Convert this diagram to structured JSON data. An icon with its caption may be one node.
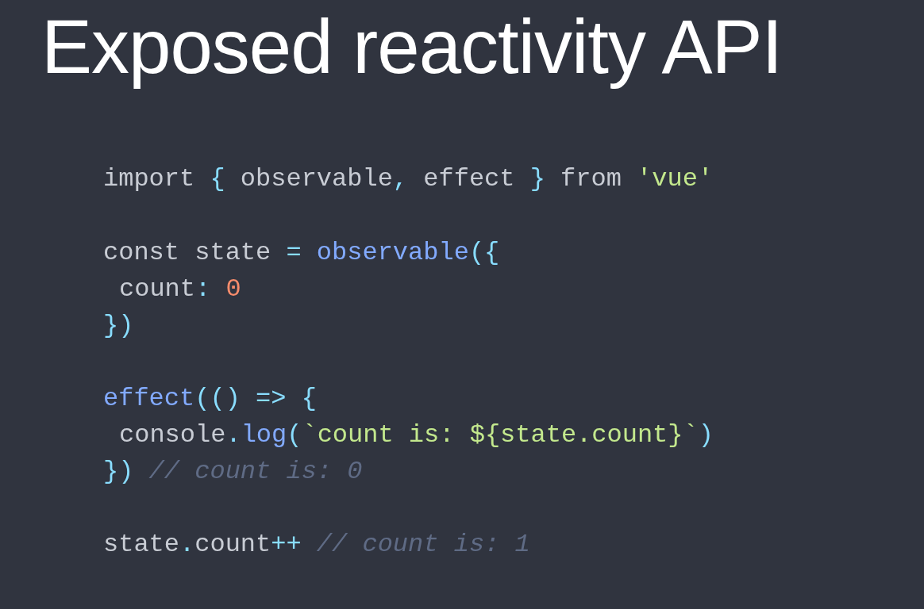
{
  "diagram": {
    "title": "Exposed reactivity API",
    "labels": [
      "import { observable, effect } from 'vue'",
      "const state = observable({",
      "count: 0",
      "})",
      "effect(() => {",
      "console.log(`count is: ${state.count}`)",
      "}) // count is: 0",
      "state.count++ // count is: 1"
    ]
  }
}
